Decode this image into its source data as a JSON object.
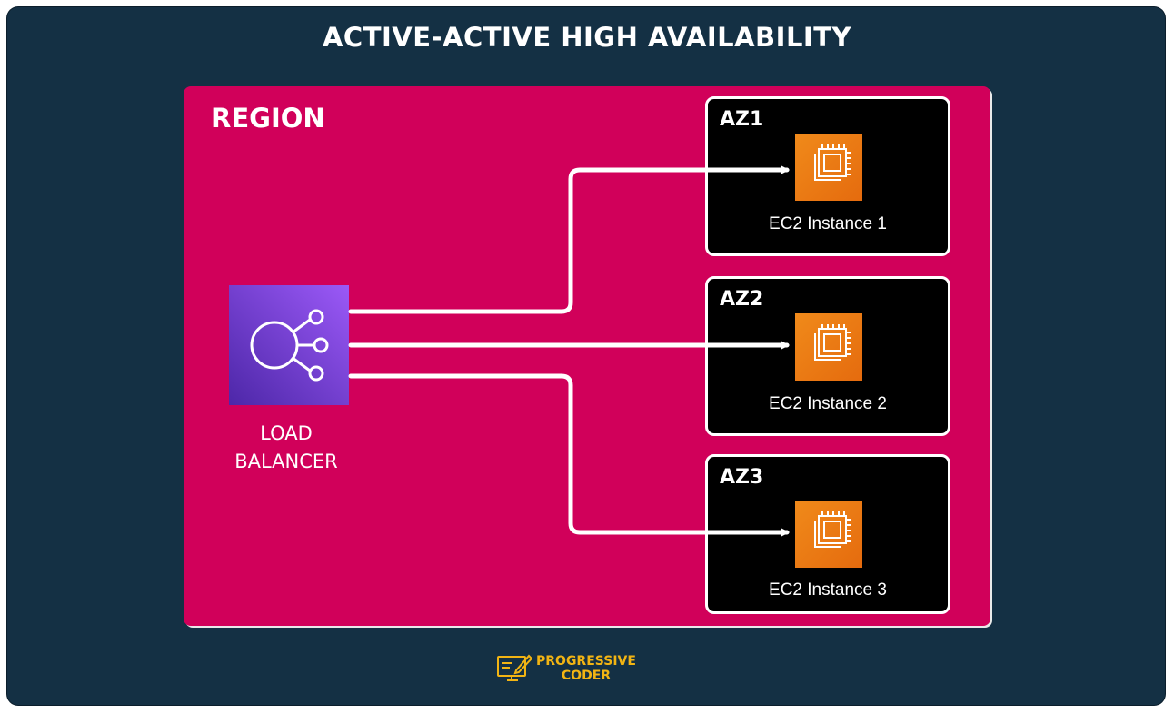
{
  "title": "ACTIVE-ACTIVE HIGH AVAILABILITY",
  "region": {
    "label": "REGION"
  },
  "load_balancer": {
    "line1": "LOAD",
    "line2": "BALANCER",
    "icon": "elastic-load-balancer-icon"
  },
  "zones": [
    {
      "label": "AZ1",
      "instance": "EC2 Instance 1",
      "icon": "ec2-chip-icon"
    },
    {
      "label": "AZ2",
      "instance": "EC2 Instance 2",
      "icon": "ec2-chip-icon"
    },
    {
      "label": "AZ3",
      "instance": "EC2 Instance 3",
      "icon": "ec2-chip-icon"
    }
  ],
  "brand": {
    "line1": "PROGRESSIVE",
    "line2": "CODER",
    "icon": "computer-pencil-icon"
  },
  "colors": {
    "background": "#143044",
    "region": "#d1005a",
    "zone": "#000000",
    "ec2": "#e56b0e",
    "load_balancer": "#8c4fff",
    "brand": "#f2b413"
  }
}
